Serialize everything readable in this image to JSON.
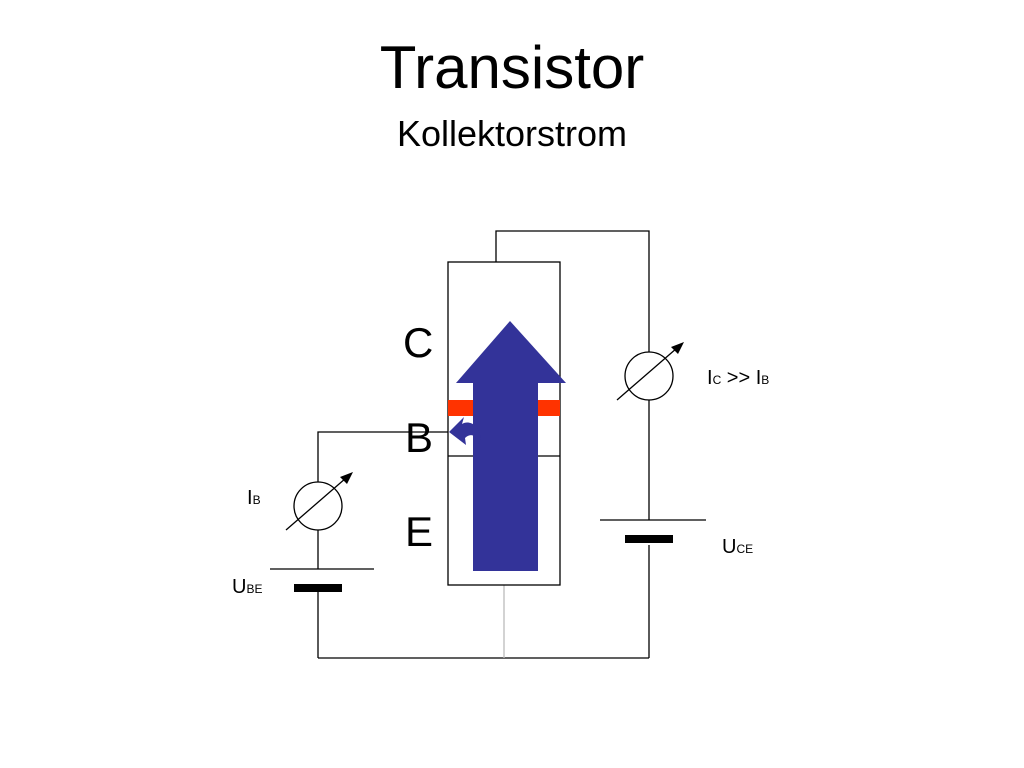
{
  "slide": {
    "title": "Transistor",
    "subtitle": "Kollektorstrom"
  },
  "transistor": {
    "regions": {
      "collector": "C",
      "base": "B",
      "emitter": "E"
    }
  },
  "meters": {
    "base_current": {
      "symbol": "I",
      "subscript": "B"
    },
    "collector_current": {
      "symbol": "I",
      "subscript": "C",
      "relation": " >> ",
      "compare_symbol": "I",
      "compare_subscript": "B"
    }
  },
  "sources": {
    "base_emitter": {
      "symbol": "U",
      "subscript": "BE"
    },
    "collector_emitter": {
      "symbol": "U",
      "subscript": "CE"
    }
  },
  "colors": {
    "current_arrow": "#333399",
    "junction": "#ff3300",
    "wire": "#000000",
    "ground_wire": "#bbbbbb"
  }
}
